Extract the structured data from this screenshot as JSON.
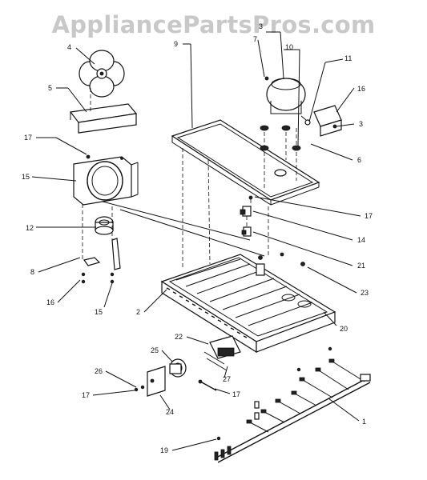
{
  "watermark": "AppliancePartsPros.com",
  "callouts": {
    "c1": "1",
    "c2": "2",
    "c3a": "3",
    "c3b": "3",
    "c4": "4",
    "c5": "5",
    "c6": "6",
    "c7": "7",
    "c8": "8",
    "c9": "9",
    "c10": "10",
    "c11": "11",
    "c12": "12",
    "c14": "14",
    "c15a": "15",
    "c15b": "15",
    "c16a": "16",
    "c16b": "16",
    "c17a": "17",
    "c17b": "17",
    "c17c": "17",
    "c17d": "17",
    "c19": "19",
    "c20": "20",
    "c21": "21",
    "c22": "22",
    "c23": "23",
    "c24": "24",
    "c25": "25",
    "c26": "26",
    "c27": "27"
  }
}
